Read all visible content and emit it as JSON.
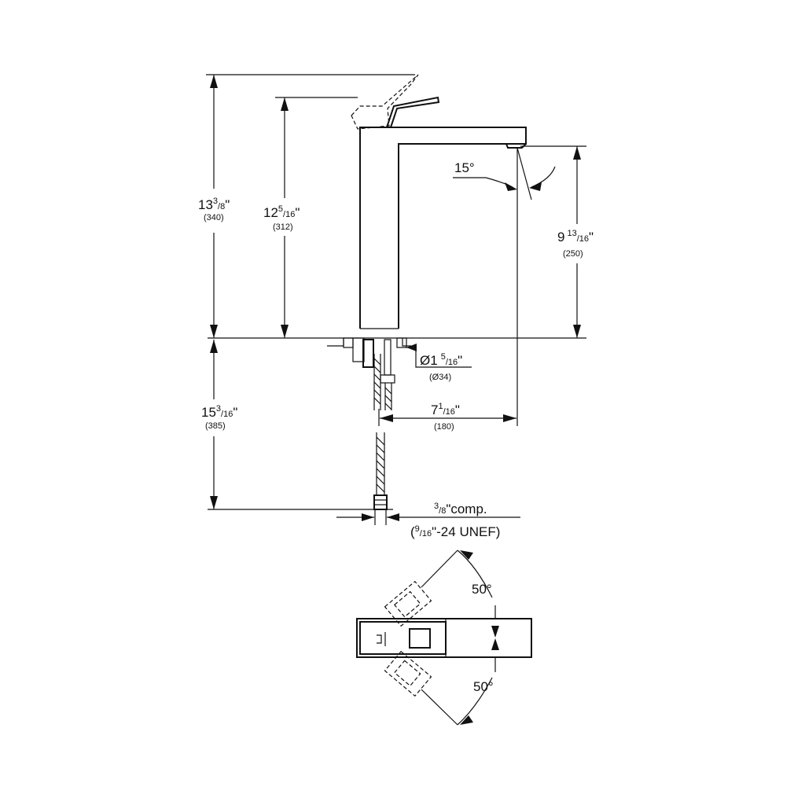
{
  "dimensions": {
    "total_height": {
      "whole": "13",
      "num": "3",
      "den": "8",
      "inch": "\"",
      "mm": "(340)"
    },
    "spout_height": {
      "whole": "12",
      "num": "5",
      "den": "16",
      "inch": "\"",
      "mm": "(312)"
    },
    "outlet_height": {
      "whole": "9",
      "num": "13",
      "den": "16",
      "inch": "\"",
      "mm": "(250)"
    },
    "below_deck": {
      "whole": "15",
      "num": "3",
      "den": "16",
      "inch": "\"",
      "mm": "(385)"
    },
    "hole_diameter": {
      "whole": "Ø1",
      "num": "5",
      "den": "16",
      "inch": "\"",
      "mm": "(Ø34)"
    },
    "spout_reach": {
      "whole": "7",
      "num": "1",
      "den": "16",
      "inch": "\"",
      "mm": "(180)"
    },
    "spray_angle": "15°",
    "connection": {
      "num": "3",
      "den": "8",
      "text": "\"comp.",
      "sub_open": "(",
      "sub_num": "9",
      "sub_den": "16",
      "sub_text": "\"-24 UNEF)"
    },
    "lever_rotation_top": "50°",
    "lever_rotation_bottom": "50°"
  }
}
